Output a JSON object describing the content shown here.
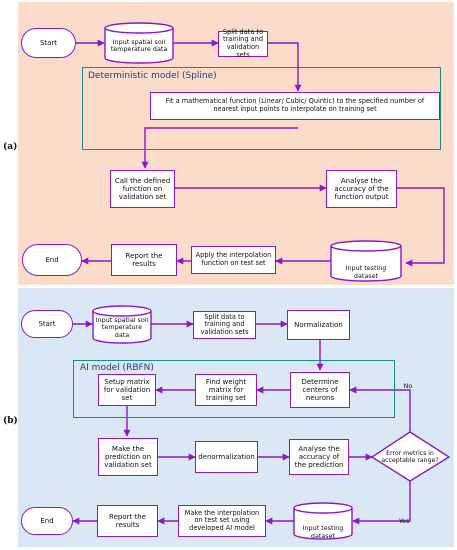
{
  "labels": {
    "a": "(a)",
    "b": "(b)"
  },
  "part_a": {
    "start": "Start",
    "input": "Input spatial soil temperature data",
    "split": "Split data to training and validation sets",
    "model_title": "Deterministic model (Spline)",
    "fit": "Fit a mathematical function (Linear/ Cubic/ Quintic) to the specified number of nearest input points to interpolate on training set",
    "call": "Call the defined function on validation set",
    "analyse": "Analyse the accuracy of the function output",
    "test_input": "Input testing dataset",
    "apply": "Apply the interpolation function on test set",
    "report": "Report the results",
    "end": "End"
  },
  "part_b": {
    "start": "Start",
    "input": "Input spatial soil temperature data",
    "split": "Split data to training and validation sets",
    "normalization": "Normalization",
    "model_title": "AI model (RBFN)",
    "centers": "Determine centers of neurons",
    "weights": "Find weight matrix for training set",
    "setup": "Setup matrix for validation set",
    "predict": "Make the prediction on validation set",
    "denorm": "denormalization",
    "analyse": "Analyse the accuracy of the prediction",
    "decision": "Error metrics in acceptable range?",
    "no": "No",
    "yes": "Yes",
    "test_input": "Input testing dataset",
    "interp": "Make the interpolation on test set using developed AI model",
    "report": "Report the results",
    "end": "End"
  },
  "colors": {
    "flow": "#8a18c8",
    "frame": "#1e8a8a",
    "panel_a": "#fbdccb",
    "panel_b": "#dae7f5"
  }
}
